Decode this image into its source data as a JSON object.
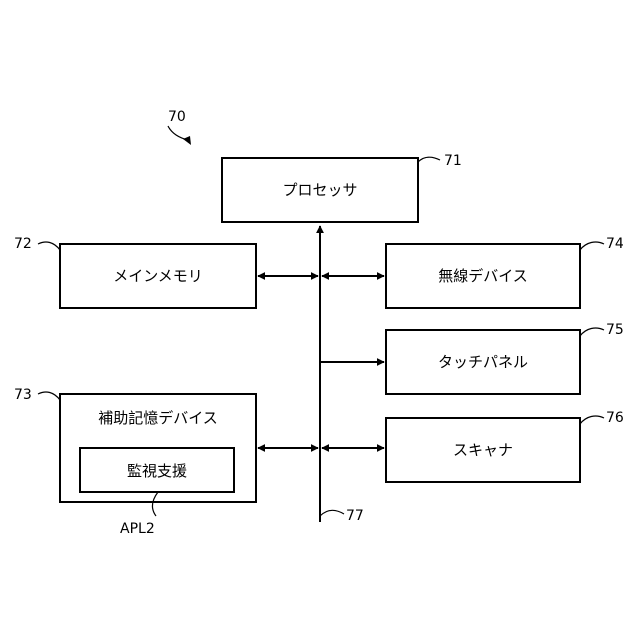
{
  "figure_ref": "70",
  "blocks": {
    "processor": {
      "label": "プロセッサ",
      "ref": "71"
    },
    "main_memory": {
      "label": "メインメモリ",
      "ref": "72"
    },
    "aux_storage": {
      "label": "補助記憶デバイス",
      "ref": "73"
    },
    "monitoring": {
      "label": "監視支援",
      "ref": "APL2"
    },
    "wireless": {
      "label": "無線デバイス",
      "ref": "74"
    },
    "touch_panel": {
      "label": "タッチパネル",
      "ref": "75"
    },
    "scanner": {
      "label": "スキャナ",
      "ref": "76"
    }
  },
  "bus": {
    "ref": "77"
  }
}
